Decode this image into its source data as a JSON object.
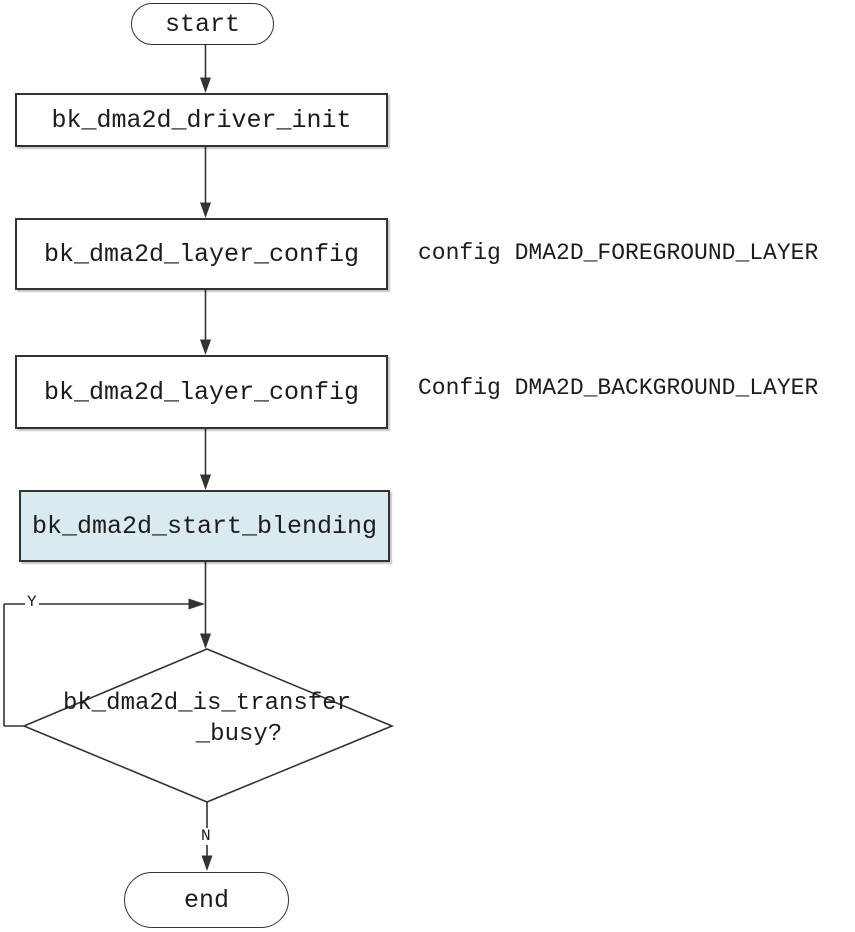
{
  "flowchart": {
    "nodes": {
      "start": {
        "type": "terminator",
        "label": "start"
      },
      "driver_init": {
        "type": "process",
        "label": "bk_dma2d_driver_init"
      },
      "layer_config_foreground": {
        "type": "process",
        "label": "bk_dma2d_layer_config"
      },
      "layer_config_background": {
        "type": "process",
        "label": "bk_dma2d_layer_config"
      },
      "start_blending": {
        "type": "process",
        "label": "bk_dma2d_start_blending",
        "fill": "#daeaf1"
      },
      "is_transfer_busy": {
        "type": "decision",
        "label_line1": "bk_dma2d_is_transfer",
        "label_line2": "_busy?"
      },
      "end": {
        "type": "terminator",
        "label": "end"
      }
    },
    "annotations": {
      "foreground_layer": "config DMA2D_FOREGROUND_LAYER",
      "background_layer": "Config DMA2D_BACKGROUND_LAYER"
    },
    "branch_labels": {
      "yes": "Y",
      "no": "N"
    },
    "colors": {
      "highlight_fill": "#daeaf1",
      "node_fill": "#ffffff",
      "line": "#333333",
      "text": "#1c1c1c",
      "background": "#ffffff"
    }
  }
}
